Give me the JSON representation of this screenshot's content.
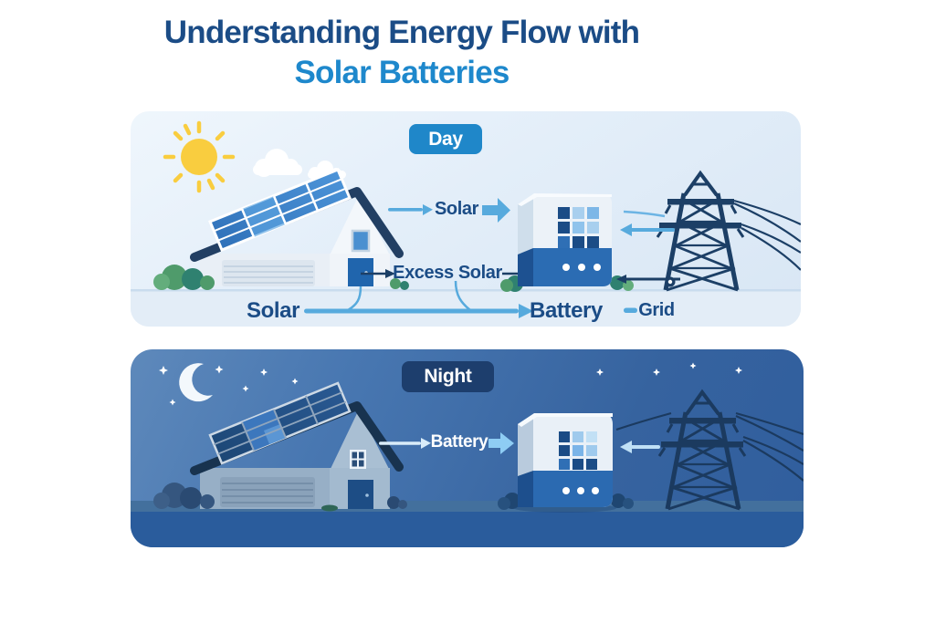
{
  "title": {
    "line1": "Understanding Energy Flow with",
    "line2": "Solar Batteries"
  },
  "day_panel": {
    "badge": "Day",
    "labels": {
      "solar_flow": "Solar",
      "excess_solar": "Excess Solar"
    },
    "legend": {
      "solar": "Solar",
      "battery": "Battery",
      "grid": "Grid"
    }
  },
  "night_panel": {
    "badge": "Night",
    "labels": {
      "battery_flow": "Battery"
    }
  },
  "icons": {
    "sun": "sun-icon",
    "clouds": "cloud-icon",
    "solar_house": "solar-house-icon",
    "battery_unit": "battery-unit-icon",
    "transmission_tower": "transmission-tower-icon",
    "moon": "moon-icon",
    "stars": "star-icon",
    "flow_arrows": "flow-arrow-icon"
  },
  "colors": {
    "title_navy": "#1b4c86",
    "title_blue": "#1e88cc",
    "arrow_blue": "#57aadd",
    "day_badge_bg": "#1f87c9",
    "night_badge_bg": "#1d3e6d",
    "sun_yellow": "#f9cd3f",
    "tower_navy": "#1c3f66",
    "night_sky_blue": "#3f6da9",
    "battery_band_blue": "#2b6cb3"
  }
}
